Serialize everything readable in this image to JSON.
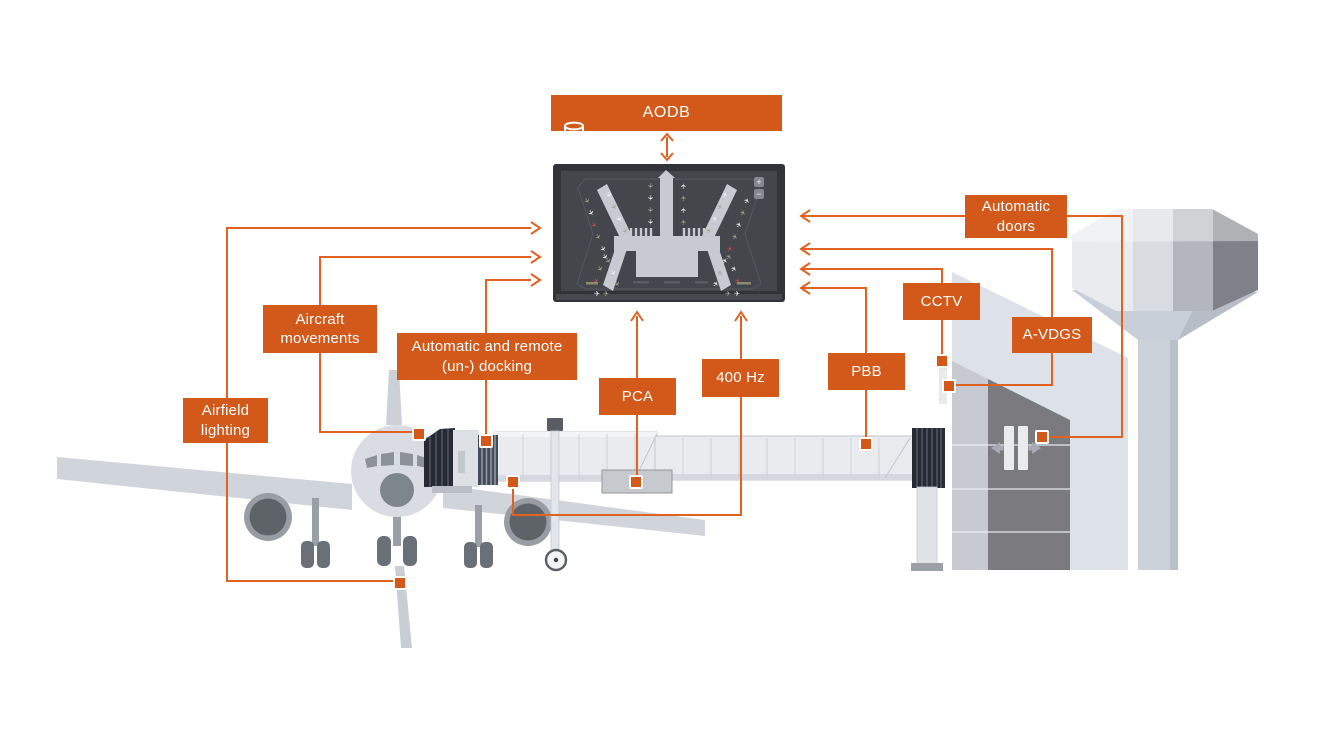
{
  "colors": {
    "accent": "#d2591a",
    "line": "#e06120",
    "gate_w": "#f2f3f4",
    "gate_o": "#a6a687",
    "gate_r": "#c94a5a"
  },
  "aodb": {
    "label": "AODB"
  },
  "labels": {
    "airfield_lighting": "Airfield\nlighting",
    "aircraft_movements": "Aircraft\nmovements",
    "auto_docking": "Automatic and remote\n(un-) docking",
    "pca": "PCA",
    "hz400": "400 Hz",
    "pbb": "PBB",
    "cctv": "CCTV",
    "avdgs": "A-VDGS",
    "auto_doors": "Automatic\ndoors"
  },
  "screen": {
    "zoom_in": "+",
    "zoom_out": "−",
    "gates": [
      [
        585,
        202,
        "o",
        60
      ],
      [
        589,
        214,
        "w",
        60
      ],
      [
        592,
        226,
        "r",
        60
      ],
      [
        596,
        238,
        "o",
        60
      ],
      [
        601,
        250,
        "w",
        60
      ],
      [
        606,
        262,
        "o",
        60
      ],
      [
        611,
        274,
        "w",
        60
      ],
      [
        615,
        285,
        "o",
        60
      ],
      [
        607,
        196,
        "w",
        60
      ],
      [
        612,
        208,
        "o",
        60
      ],
      [
        617,
        220,
        "w",
        60
      ],
      [
        623,
        232,
        "o",
        60
      ],
      [
        603,
        258,
        "w",
        60
      ],
      [
        598,
        270,
        "o",
        60
      ],
      [
        594,
        282,
        "r",
        60
      ],
      [
        597,
        296,
        "w",
        0
      ],
      [
        606,
        296,
        "o",
        0
      ],
      [
        648,
        186,
        "o",
        90
      ],
      [
        648,
        198,
        "w",
        90
      ],
      [
        648,
        210,
        "o",
        90
      ],
      [
        648,
        222,
        "w",
        90
      ],
      [
        686,
        186,
        "w",
        -90
      ],
      [
        686,
        198,
        "o",
        -90
      ],
      [
        686,
        210,
        "w",
        -90
      ],
      [
        686,
        222,
        "o",
        -90
      ],
      [
        727,
        196,
        "w",
        -60
      ],
      [
        722,
        208,
        "o",
        -60
      ],
      [
        717,
        220,
        "w",
        -60
      ],
      [
        711,
        232,
        "o",
        -60
      ],
      [
        749,
        202,
        "w",
        -60
      ],
      [
        745,
        214,
        "o",
        -60
      ],
      [
        741,
        226,
        "w",
        -60
      ],
      [
        737,
        238,
        "o",
        -60
      ],
      [
        732,
        250,
        "r",
        -60
      ],
      [
        727,
        262,
        "w",
        -60
      ],
      [
        722,
        274,
        "o",
        -60
      ],
      [
        718,
        285,
        "w",
        -60
      ],
      [
        731,
        258,
        "o",
        -60
      ],
      [
        736,
        270,
        "w",
        -60
      ],
      [
        740,
        282,
        "r",
        -60
      ],
      [
        728,
        296,
        "o",
        0
      ],
      [
        737,
        296,
        "w",
        0
      ]
    ]
  }
}
